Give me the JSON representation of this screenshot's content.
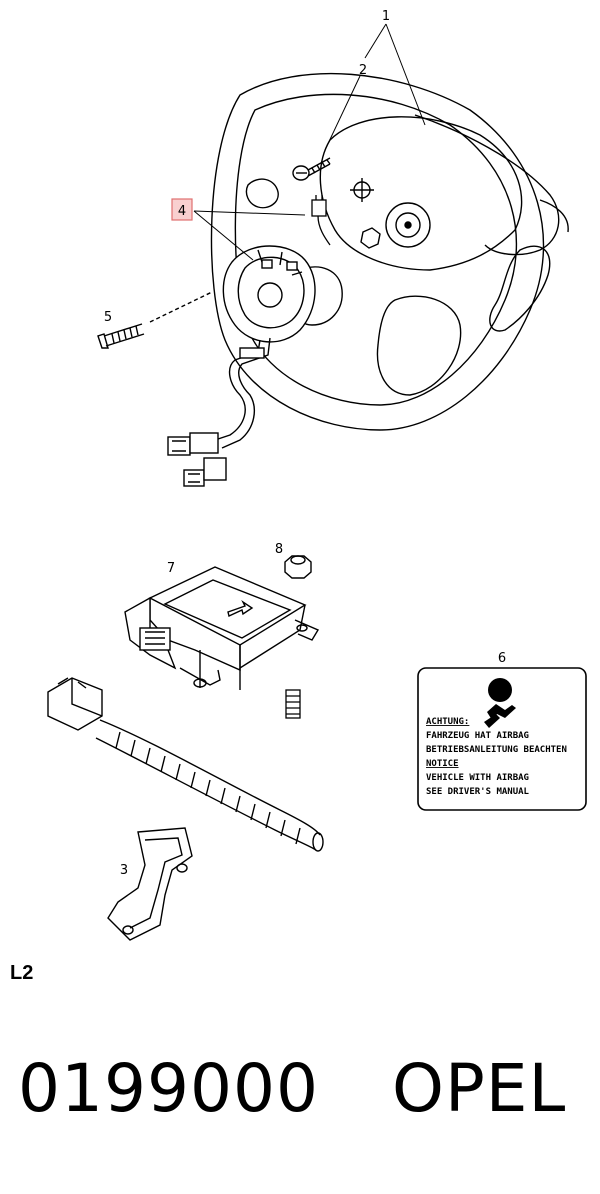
{
  "callouts": {
    "c1": "1",
    "c2": "2",
    "c3": "3",
    "c4": "4",
    "c5": "5",
    "c6": "6",
    "c7": "7",
    "c8": "8"
  },
  "warning_label": {
    "line1": "ACHTUNG:",
    "line2": "FAHRZEUG HAT AIRBAG",
    "line3": "BETRIEBSANLEITUNG BEACHTEN",
    "line4": "NOTICE",
    "line5": "VEHICLE WITH AIRBAG",
    "line6": "SEE DRIVER'S MANUAL"
  },
  "section_label": "L2",
  "footer": {
    "part_number": "0199000",
    "brand": "OPEL"
  },
  "colors": {
    "line": "#000000",
    "highlight_border": "#e07070",
    "highlight_fill": "#f9d0d0"
  }
}
